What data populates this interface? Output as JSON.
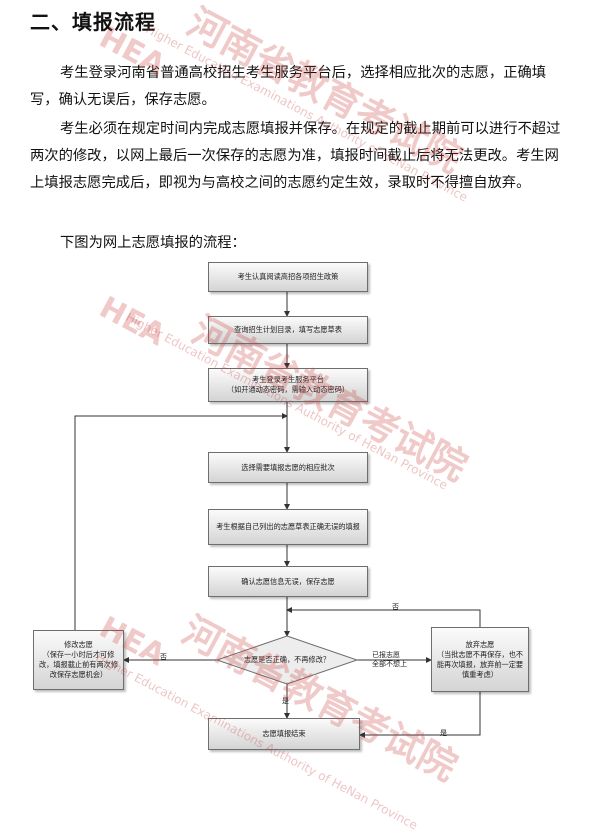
{
  "heading": "二、填报流程",
  "paragraphs": [
    "考生登录河南省普通高校招生考生服务平台后，选择相应批次的志愿，正确填写，确认无误后，保存志愿。",
    "考生必须在规定时间内完成志愿填报并保存。在规定的截止期前可以进行不超过两次的修改，以网上最后一次保存的志愿为准，填报时间截止后将无法更改。考生网上填报志愿完成后，即视为与高校之间的志愿约定生效，录取时不得擅自放弃。",
    "下图为网上志愿填报的流程："
  ],
  "flowchart": {
    "read_policy": "考生认真阅读高招各项招生政策",
    "check_plan": "查询招生计划目录，填写志愿草表",
    "login": "考生登录考生服务平台\n（如开通动态密码，需输入动态密码）",
    "select_batch": "选择需要填报志愿的相应批次",
    "fill_by_draft": "考生根据自己列出的志愿草表正确无误的填报",
    "confirm_save": "确认志愿信息无误，保存志愿",
    "decision": "志愿是否正确，不再修改？",
    "modify": "修改志愿\n（保存一小时后才可修改，填报截止前有两次修改保存志愿机会）",
    "give_up": "放弃志愿\n（当批志愿不再保存，也不能再次填报，放弃前一定要慎重考虑）",
    "end": "志愿填报结束",
    "label_no_left": "否",
    "label_no_top": "否",
    "label_yes_down": "是",
    "label_yes_right": "是",
    "label_filled_not_ok": "已报志愿\n全部不想上"
  },
  "watermark": {
    "logo_cn": "河南省教育考试院",
    "logo_en": "Higher Education Examinations Authority of HeNan Province",
    "logo_mark": "HEA"
  }
}
